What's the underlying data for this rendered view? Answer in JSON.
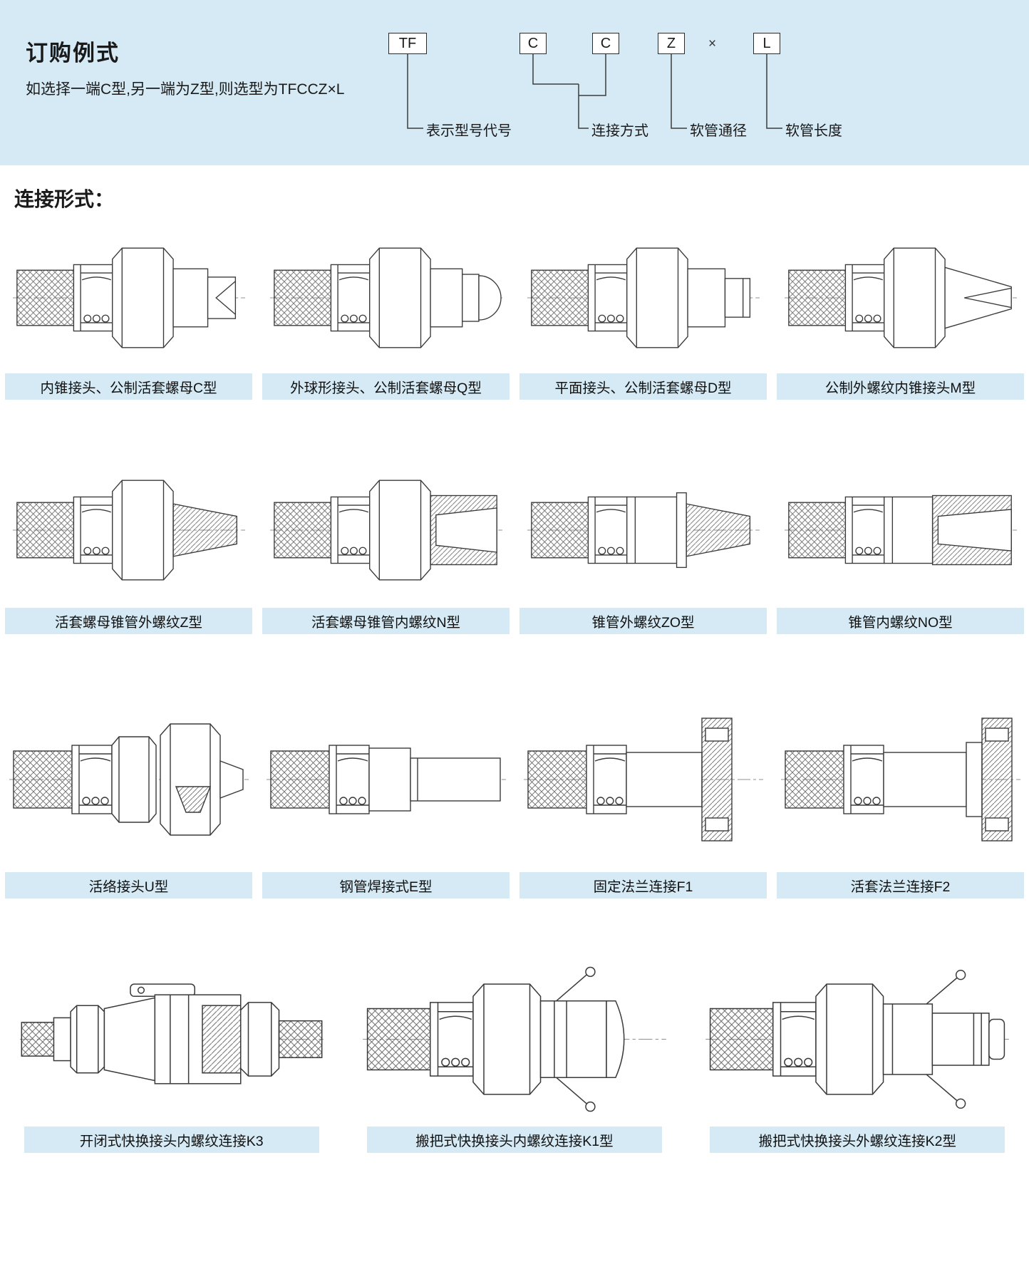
{
  "order_example": {
    "title": "订购例式",
    "subtitle": "如选择一端C型,另一端为Z型,则选型为TFCCZ×L",
    "code_boxes": [
      "TF",
      "C",
      "C",
      "Z",
      "L"
    ],
    "multiply": "×",
    "legend": [
      "表示型号代号",
      "连接方式",
      "软管通径",
      "软管长度"
    ]
  },
  "section": {
    "title": "连接形式："
  },
  "rows": [
    [
      "内锥接头、公制活套螺母C型",
      "外球形接头、公制活套螺母Q型",
      "平面接头、公制活套螺母D型",
      "公制外螺纹内锥接头M型"
    ],
    [
      "活套螺母锥管外螺纹Z型",
      "活套螺母锥管内螺纹N型",
      "锥管外螺纹ZO型",
      "锥管内螺纹NO型"
    ],
    [
      "活络接头U型",
      "钢管焊接式E型",
      "固定法兰连接F1",
      "活套法兰连接F2"
    ],
    [
      "开闭式快换接头内螺纹连接K3",
      "搬把式快换接头内螺纹连接K1型",
      "搬把式快换接头外螺纹连接K2型"
    ]
  ],
  "colors": {
    "panel_bg": "#d5eaf5",
    "label_bg": "#d5eaf5",
    "stroke": "#3a3a3a"
  }
}
